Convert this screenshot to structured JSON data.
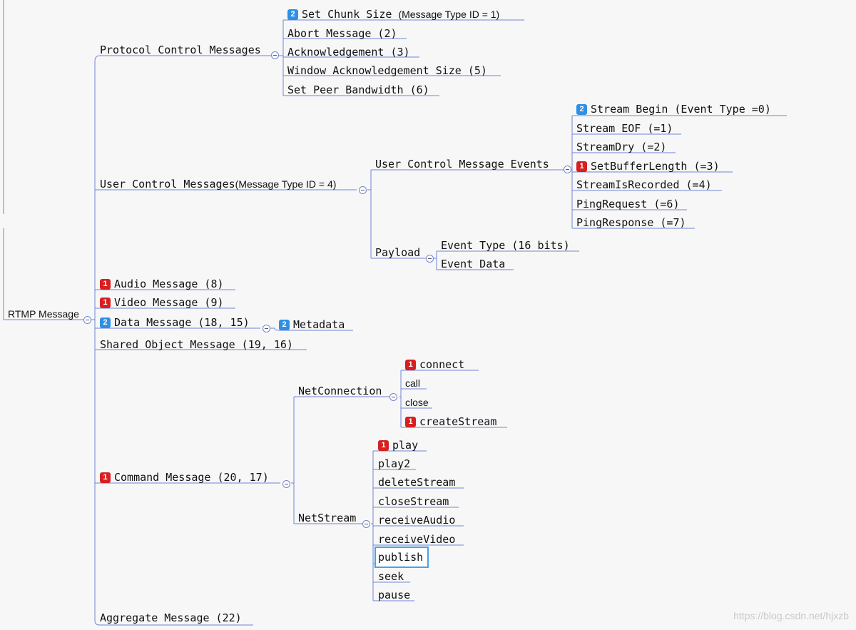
{
  "root": "RTMP Message",
  "protocol_control": {
    "label": "Protocol Control Messages",
    "items": [
      {
        "badge": "2",
        "label": "Set Chunk Size",
        "suffix": "(Message Type ID = 1)"
      },
      {
        "label": "Abort Message (2)"
      },
      {
        "label": "Acknowledgement (3)"
      },
      {
        "label": "Window Acknowledgement Size (5)"
      },
      {
        "label": "Set Peer Bandwidth (6)"
      }
    ]
  },
  "user_control": {
    "label": "User Control Messages",
    "suffix": "(Message Type ID = 4)",
    "events": {
      "label": "User Control Message Events",
      "items": [
        {
          "badge": "2",
          "label": "Stream Begin (Event Type =0)"
        },
        {
          "label": "Stream EOF (=1)"
        },
        {
          "label": "StreamDry (=2)"
        },
        {
          "badge": "1",
          "label": "SetBufferLength (=3)"
        },
        {
          "label": "StreamIsRecorded (=4)"
        },
        {
          "label": "PingRequest (=6)"
        },
        {
          "label": "PingResponse (=7)"
        }
      ]
    },
    "payload": {
      "label": "Payload",
      "items": [
        {
          "label": "Event Type (16 bits)"
        },
        {
          "label": "Event Data"
        }
      ]
    }
  },
  "audio": {
    "badge": "1",
    "label": "Audio Message (8)"
  },
  "video": {
    "badge": "1",
    "label": "Video Message (9)"
  },
  "data_msg": {
    "badge": "2",
    "label": "Data Message (18, 15)",
    "child": {
      "badge": "2",
      "label": "Metadata"
    }
  },
  "shared_object": {
    "label": "Shared Object Message (19, 16)"
  },
  "command": {
    "badge": "1",
    "label": "Command Message (20, 17)",
    "netconnection": {
      "label": "NetConnection",
      "items": [
        {
          "badge": "1",
          "label": "connect"
        },
        {
          "label": "call"
        },
        {
          "label": "close"
        },
        {
          "badge": "1",
          "label": "createStream"
        }
      ]
    },
    "netstream": {
      "label": "NetStream",
      "items": [
        {
          "badge": "1",
          "label": "play"
        },
        {
          "label": "play2"
        },
        {
          "label": "deleteStream"
        },
        {
          "label": "closeStream"
        },
        {
          "label": "receiveAudio"
        },
        {
          "label": "receiveVideo"
        },
        {
          "label": "publish"
        },
        {
          "label": "seek"
        },
        {
          "label": "pause"
        }
      ]
    }
  },
  "aggregate": {
    "label": "Aggregate Message (22)"
  },
  "watermark": "https://blog.csdn.net/hjxzb",
  "colors": {
    "line": "#6f86d6",
    "priority1": "#d81f1f",
    "priority2": "#2d8fe6",
    "selection": "#4aa0ee"
  }
}
